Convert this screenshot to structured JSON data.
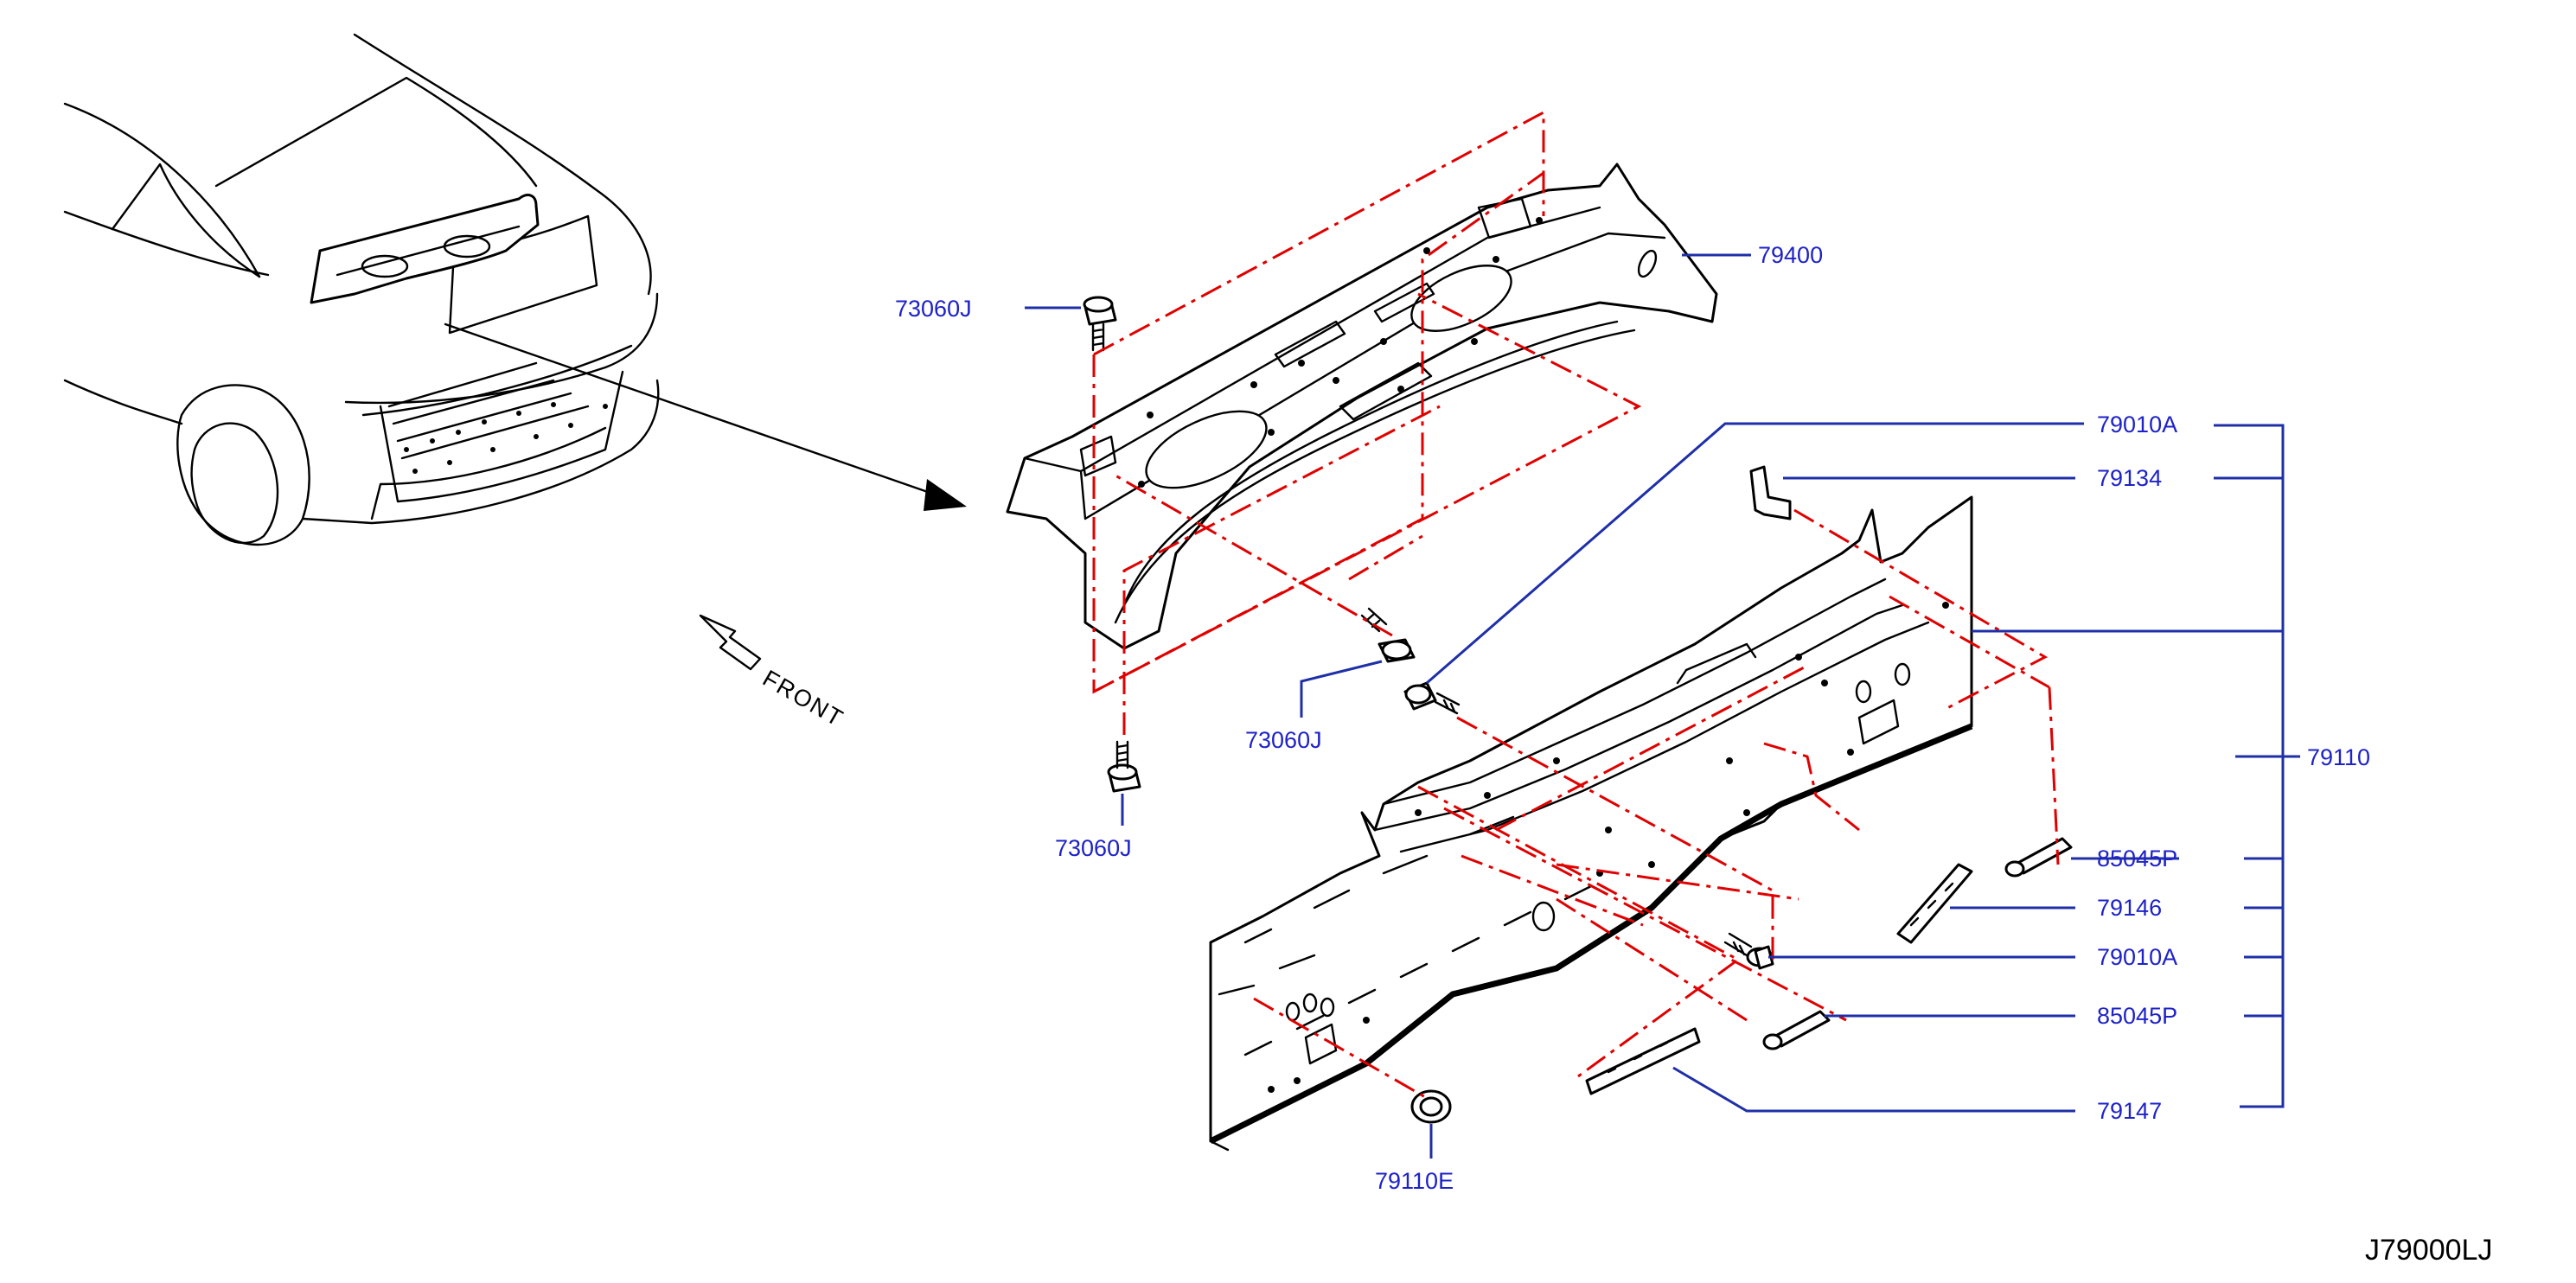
{
  "diagram": {
    "drawing_code": "J79000LJ",
    "direction_label": "FRONT",
    "colors": {
      "callout": "#1e22c8",
      "leader": "#1f2fa8",
      "centerline": "#e00000",
      "line": "#000000"
    },
    "callouts": {
      "upper_panel": "79400",
      "bolt_top": "73060J",
      "bolt_mid": "73060J",
      "bolt_low": "73060J",
      "clip_top": "79010A",
      "bracket": "79134",
      "panel_assy": "79110",
      "clip_a": "85045P",
      "seal_a": "79146",
      "clip_bolt": "79010A",
      "clip_b": "85045P",
      "seal_b": "79147",
      "grommet": "79110E"
    }
  }
}
